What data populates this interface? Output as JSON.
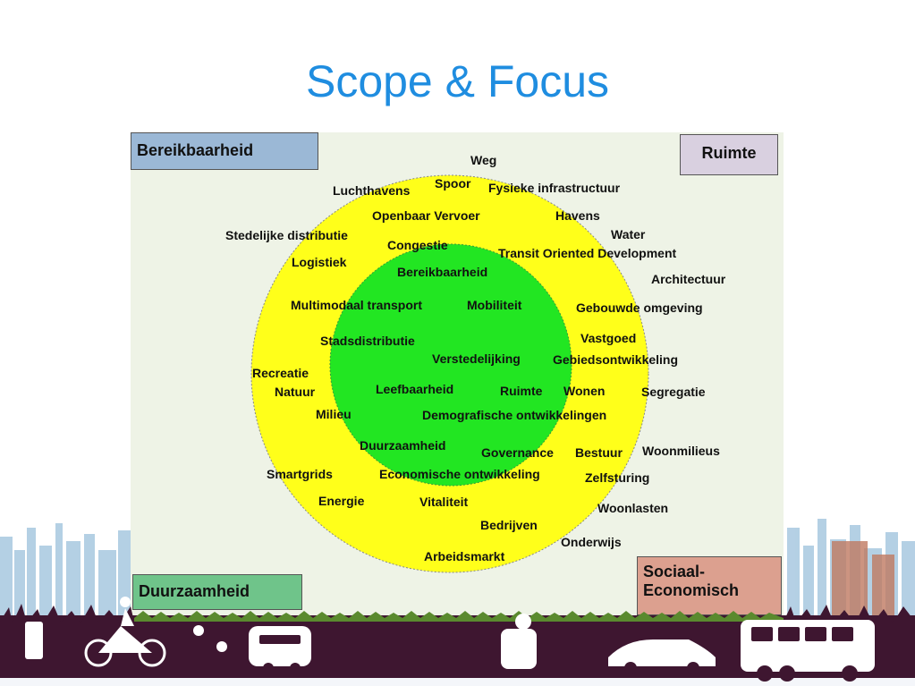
{
  "title": "Scope & Focus",
  "corners": {
    "bereikbaarheid": "Bereikbaarheid",
    "ruimte": "Ruimte",
    "duurzaamheid": "Duurzaamheid",
    "sociaal_line1": "Sociaal-",
    "sociaal_line2": "Economisch"
  },
  "colors": {
    "outer_circle": "#ffff1a",
    "inner_circle": "#22e622",
    "title": "#1f8de0",
    "panel": "#eef3e6"
  },
  "terms": [
    "Weg",
    "Spoor",
    "Luchthavens",
    "Fysieke infrastructuur",
    "Openbaar Vervoer",
    "Havens",
    "Stedelijke distributie",
    "Water",
    "Congestie",
    "Transit Oriented Development",
    "Logistiek",
    "Bereikbaarheid",
    "Architectuur",
    "Multimodaal transport",
    "Mobiliteit",
    "Gebouwde omgeving",
    "Stadsdistributie",
    "Vastgoed",
    "Verstedelijking",
    "Gebiedsontwikkeling",
    "Recreatie",
    "Natuur",
    "Leefbaarheid",
    "Ruimte",
    "Wonen",
    "Segregatie",
    "Milieu",
    "Demografische ontwikkelingen",
    "Duurzaamheid",
    "Governance",
    "Bestuur",
    "Woonmilieus",
    "Smartgrids",
    "Economische ontwikkeling",
    "Zelfsturing",
    "Energie",
    "Vitaliteit",
    "Woonlasten",
    "Bedrijven",
    "Onderwijs",
    "Arbeidsmarkt"
  ]
}
